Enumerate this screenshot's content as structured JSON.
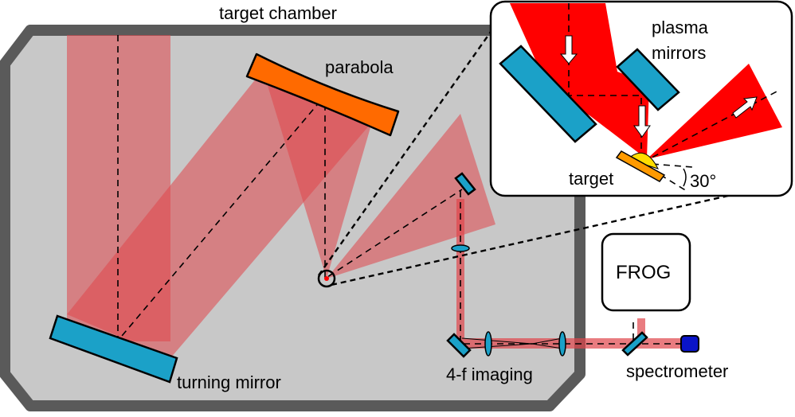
{
  "labels": {
    "target_chamber": "target chamber",
    "parabola": "parabola",
    "turning_mirror": "turning mirror",
    "four_f_imaging": "4-f imaging",
    "spectrometer": "spectrometer",
    "frog": "FROG",
    "plasma_mirrors_line1": "plasma",
    "plasma_mirrors_line2": "mirrors",
    "target": "target",
    "angle": "30°"
  },
  "colors": {
    "chamber_wall": "#5a5a5a",
    "chamber_fill": "#c8c8c8",
    "beam": "#e0454a",
    "beam_focus": "#ff0000",
    "mirror": "#1ba1c8",
    "parabola": "#ff6a00",
    "target": "#ff9a00",
    "spectrometer": "#0a14c8"
  }
}
